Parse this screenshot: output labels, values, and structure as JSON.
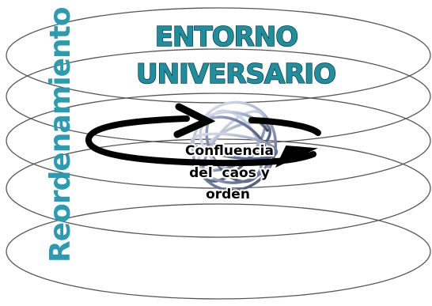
{
  "title": {
    "line1": "ENTORNO",
    "line2": "UNIVERSARIO"
  },
  "side_label": "Reordenamiento",
  "center_label": {
    "line1": "Confluencia",
    "line2": "del  caos y",
    "line3": "orden"
  },
  "colors": {
    "title_fill": "#1f8fa0",
    "title_stroke": "#0c3a42",
    "side_fill": "#2a9bb0",
    "ellipse_stroke": "#555555",
    "arrow": "#000000",
    "sphere": "#6d7fa8"
  },
  "icons": {
    "center_graphic": "wire-sphere-icon"
  }
}
